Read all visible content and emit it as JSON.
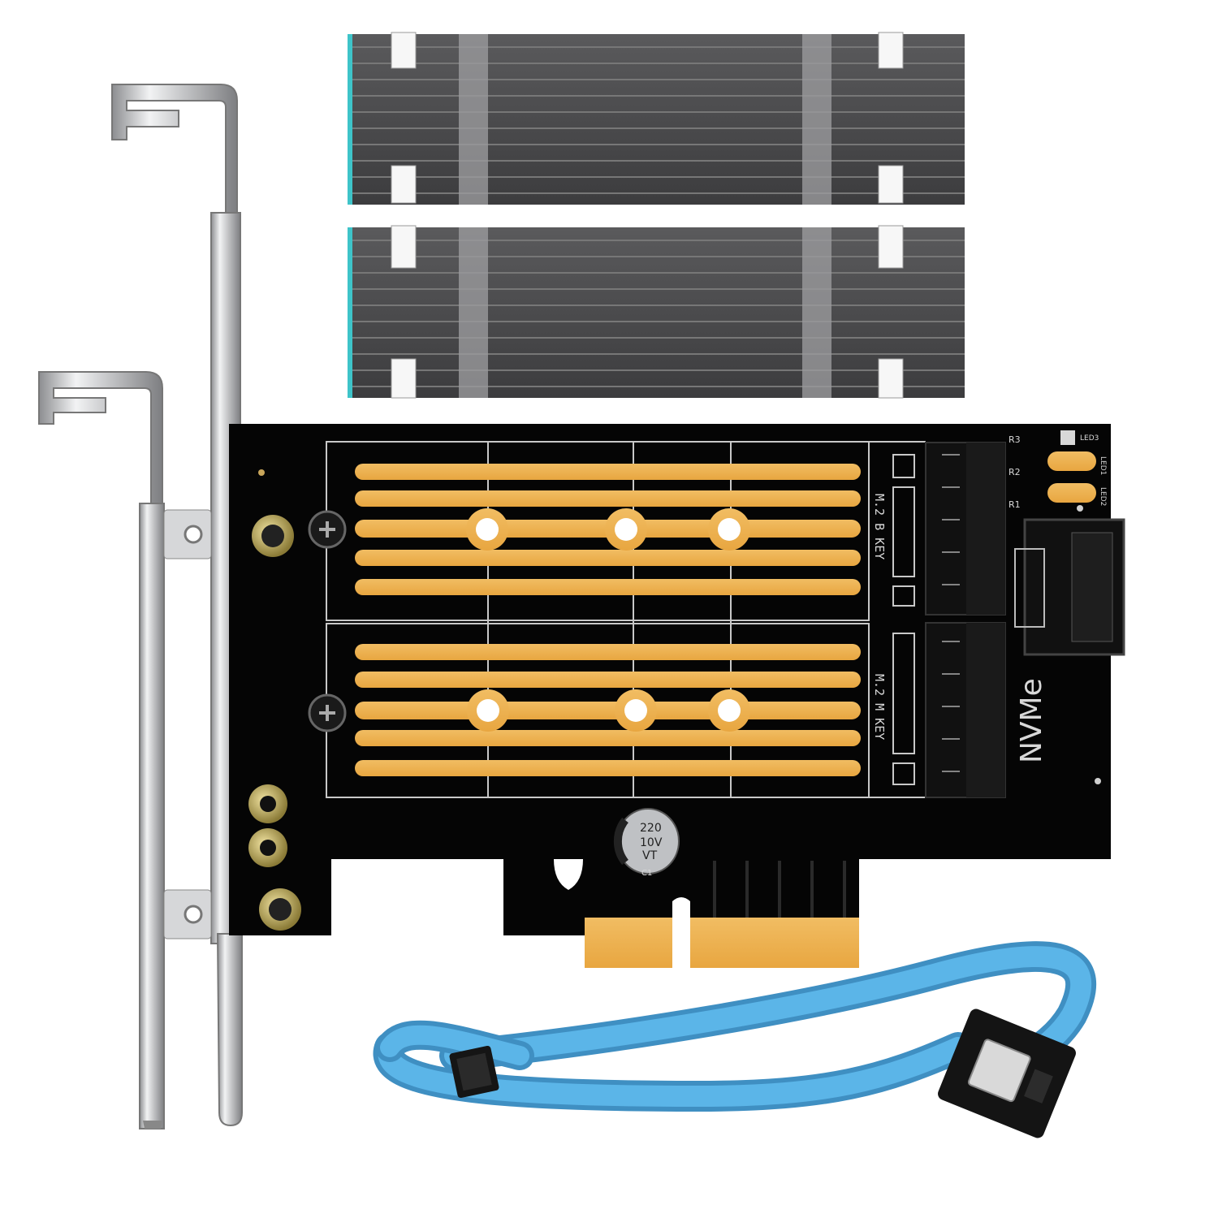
{
  "product_photo": {
    "pcb": {
      "key_b_label": "M.2 B KEY",
      "key_m_label": "M.2 M KEY",
      "nvme_label": "NVMe",
      "capacitor": {
        "value": "220",
        "voltage": "10V",
        "series": "VT",
        "ref": "C1"
      },
      "leds": [
        "LED3",
        "LED1",
        "LED2"
      ],
      "resistors": [
        "R3",
        "R2",
        "R1"
      ]
    },
    "colors": {
      "pcb": "#050505",
      "gold": "#e9a454",
      "heatsink": "#4a4a4a",
      "cable": "#4aa6de",
      "bracket": "#d9dadc"
    }
  }
}
